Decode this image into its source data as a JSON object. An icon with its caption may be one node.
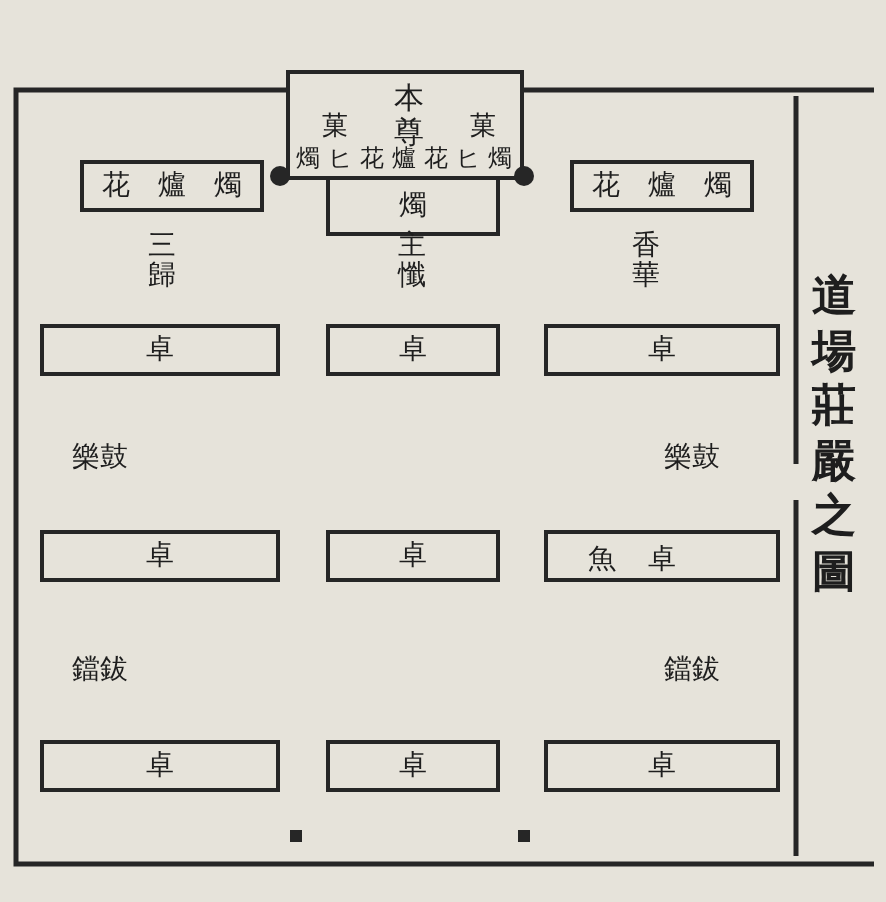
{
  "diagram": {
    "title": "道場莊嚴之圖",
    "nodes": [
      {
        "text": [
          "本尊",
          "菓",
          "菓",
          "燭ヒ花爐花ヒ燭"
        ]
      },
      {
        "text": [
          "燭"
        ]
      },
      {
        "text": [
          "花爐燭"
        ]
      },
      {
        "text": [
          "花爐燭"
        ]
      },
      {
        "text": [
          "卓"
        ]
      },
      {
        "text": [
          "卓"
        ]
      },
      {
        "text": [
          "卓"
        ]
      },
      {
        "text": [
          "卓"
        ]
      },
      {
        "text": [
          "卓"
        ]
      },
      {
        "text": [
          "魚",
          "卓"
        ]
      },
      {
        "text": [
          "卓"
        ]
      },
      {
        "text": [
          "卓"
        ]
      },
      {
        "text": [
          "卓"
        ]
      }
    ],
    "labels": [
      "三歸",
      "主懺",
      "香華",
      "樂鼓",
      "樂鼓",
      "鐺鈸",
      "鐺鈸"
    ]
  }
}
